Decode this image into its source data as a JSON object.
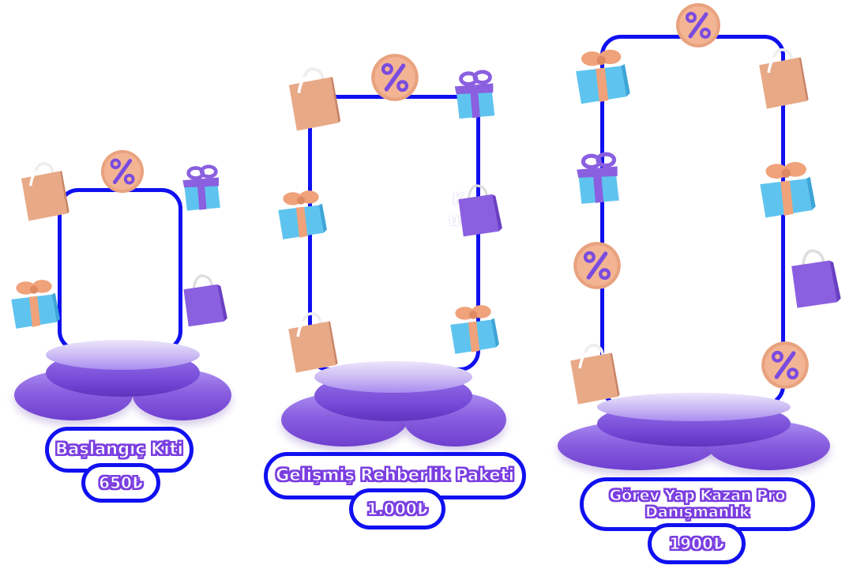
{
  "packages": [
    {
      "title": "Başlangıç Kiti",
      "price": "650₺"
    },
    {
      "title": "Gelişmiş Rehberlik Paketi",
      "price": "1.000₺"
    },
    {
      "title": "Görev Yap Kazan Pro Danışmanlık",
      "price": "1900₺"
    }
  ],
  "hidden_fragments": [
    "K",
    "ur\"",
    "\"",
    "\""
  ],
  "icons": [
    "percent-coin-icon",
    "shopping-bag-icon",
    "gift-box-icon"
  ],
  "colors": {
    "frame": "#1010f0",
    "text_outline": "#7b3fe0",
    "podium": "#8a5fe0",
    "bag_peach": "#e8a987",
    "bag_purple": "#8a5fe0",
    "gift_blue": "#5ec4ef",
    "ribbon": "#f0a27a"
  }
}
